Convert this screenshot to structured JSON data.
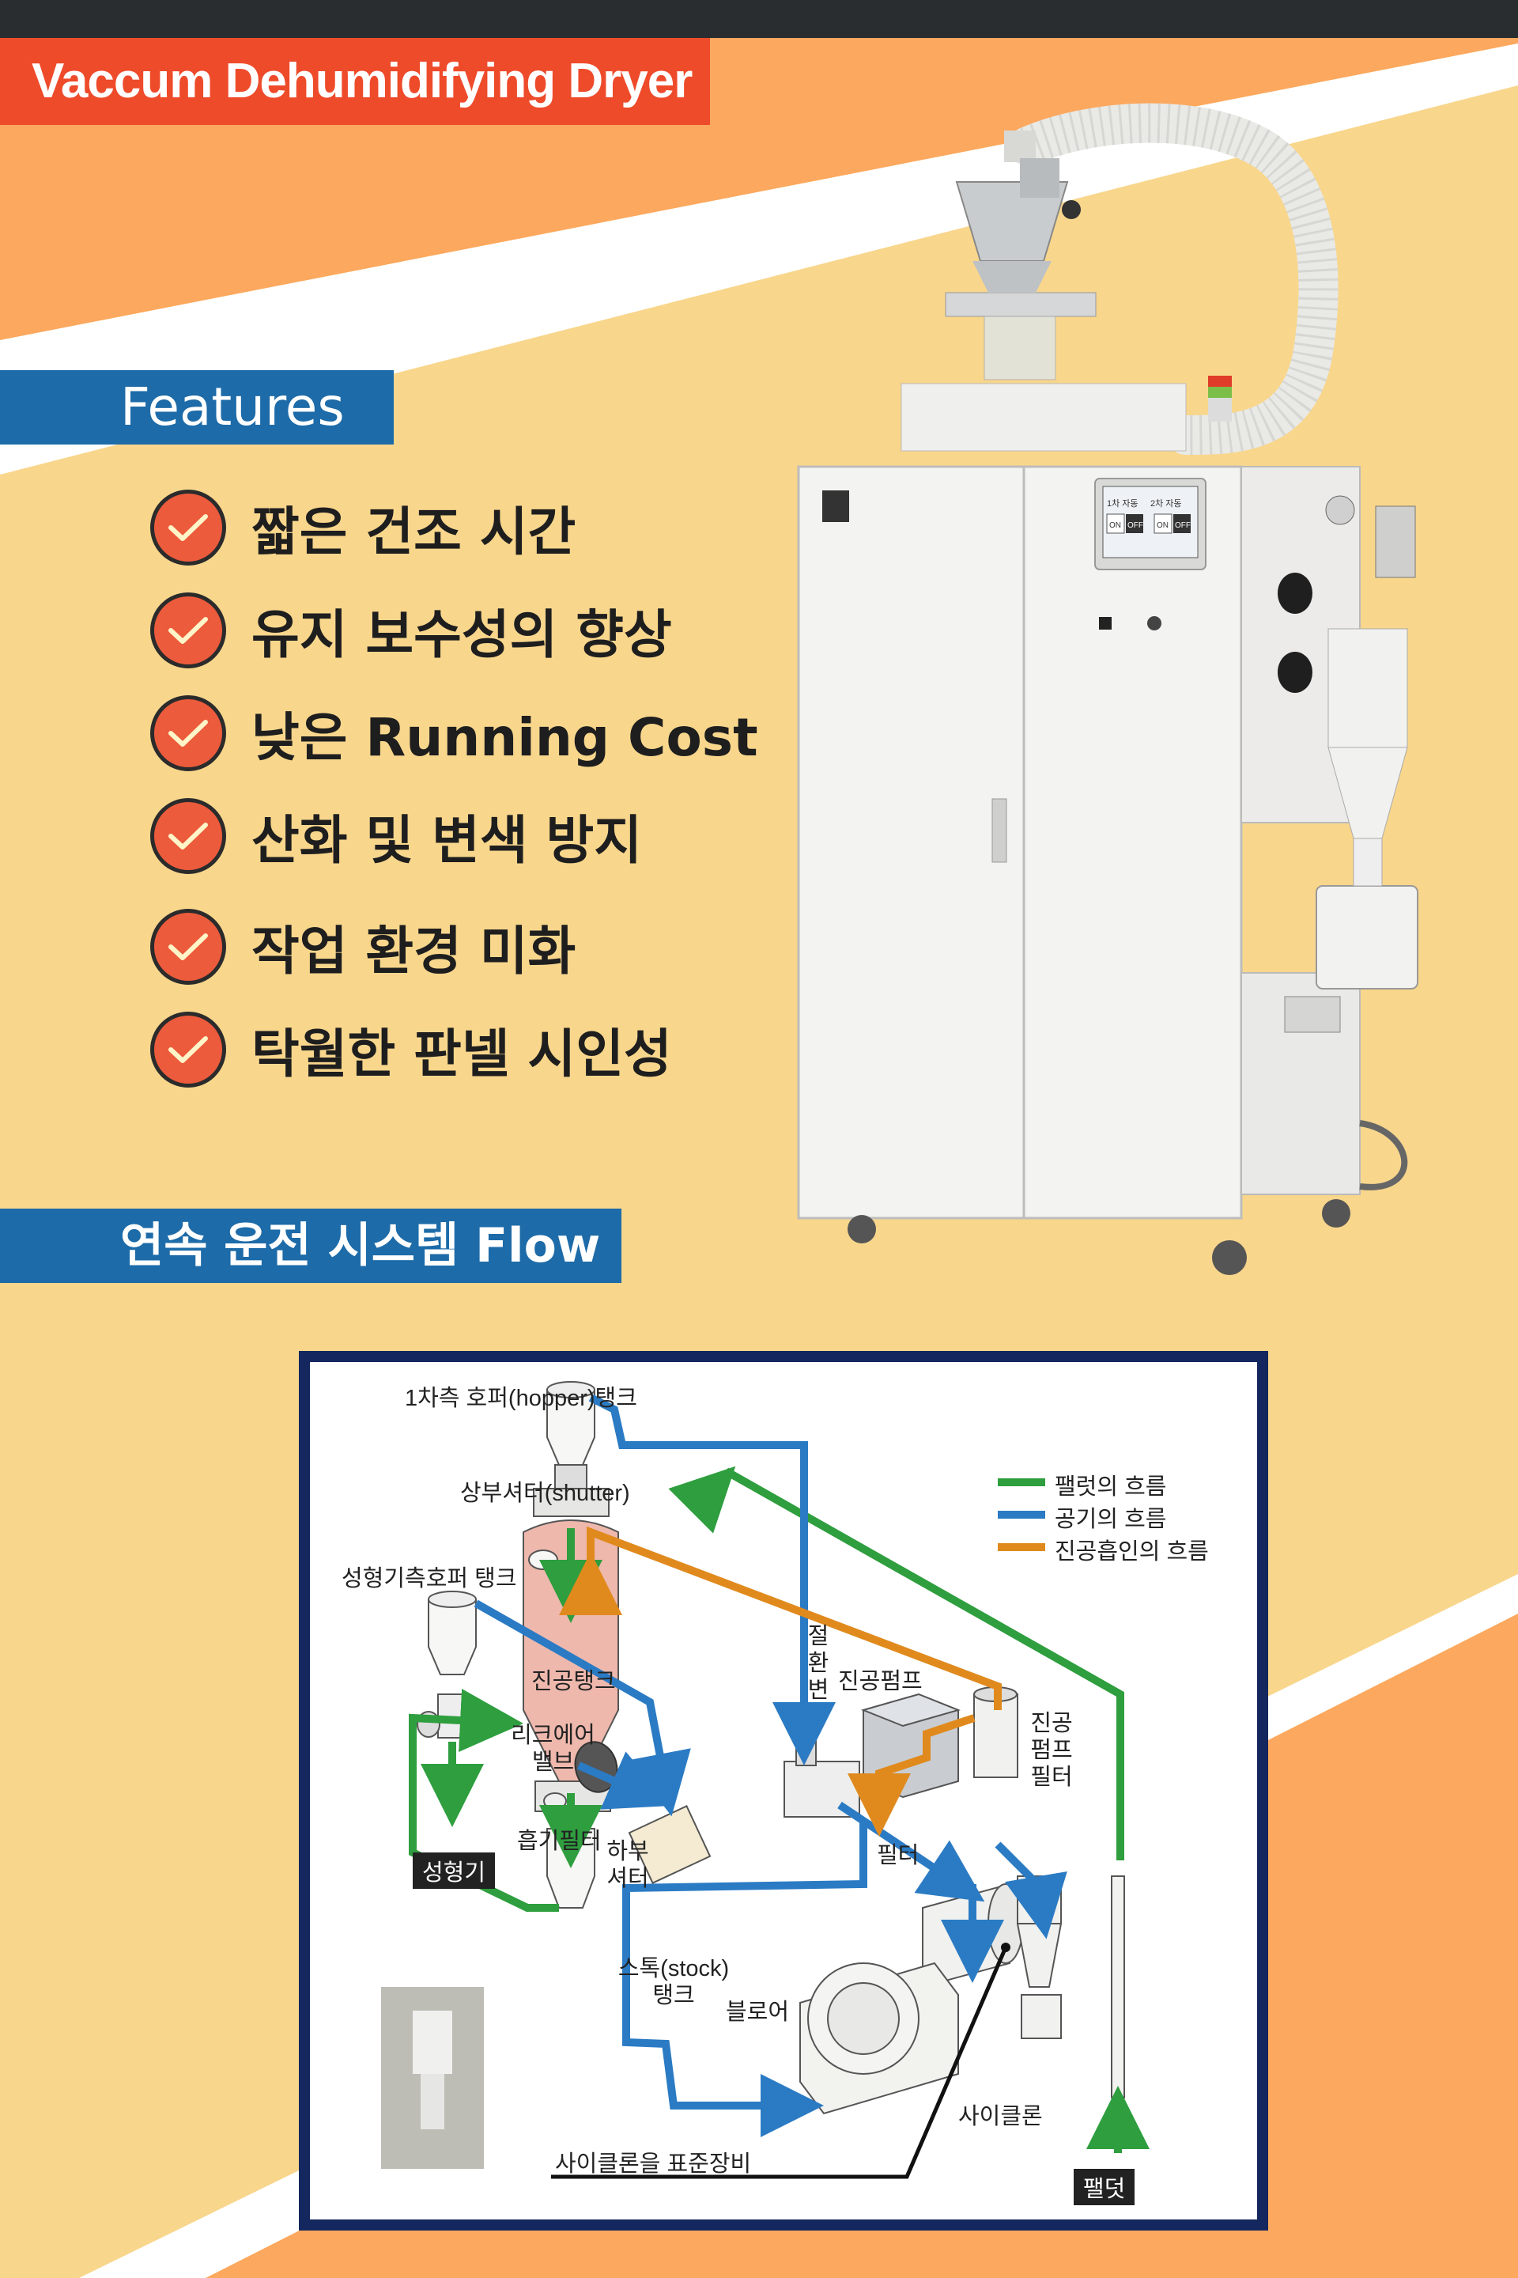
{
  "header": {
    "title": "Vaccum Dehumidifying Dryer"
  },
  "features": {
    "heading": "Features",
    "items": [
      "짧은 건조 시간",
      "유지 보수성의 향상",
      "낮은 Running Cost",
      "산화 및 변색 방지",
      "작업 환경 미화",
      "탁월한 판넬 시인성"
    ]
  },
  "flow": {
    "heading": "연속 운전 시스템 Flow",
    "labels": {
      "primary_hopper": "1차측 호퍼(hopper)탱크",
      "upper_shutter": "상부셔터(shutter)",
      "molding_hopper": "성형기측호퍼 탱크",
      "vacuum_tank": "진공탱크",
      "switch_valve": "절환변",
      "vacuum_pump": "진공펌프",
      "vacuum_pump_filter": "진공펌프필터",
      "leak_air_valve": "리크에어밸브",
      "intake_filter": "흡기필터",
      "lower_shutter": "하부셔터",
      "filter": "필터",
      "molding_machine": "성형기",
      "stock_tank": "스톡(stock)탱크",
      "blower": "블로어",
      "cyclone": "사이클론",
      "cyclone_standard": "사이클론을 표준장비",
      "pallet": "팰덧"
    },
    "legend": [
      {
        "label": "팰럿의 흐름",
        "color": "#2e9e3e"
      },
      {
        "label": "공기의 흐름",
        "color": "#2b7bc4"
      },
      {
        "label": "진공흡인의 흐름",
        "color": "#e08a1e"
      }
    ]
  },
  "machine_panel": {
    "screen_left": "1차 자동",
    "screen_right": "2차 자동",
    "on": "ON",
    "off": "OFF"
  },
  "colors": {
    "title_red": "#ee4b2b",
    "section_blue": "#1d6ba8",
    "check_red": "#ec5b3c",
    "bg_yellow": "#f8d68c",
    "bg_orange": "#fca85e"
  }
}
